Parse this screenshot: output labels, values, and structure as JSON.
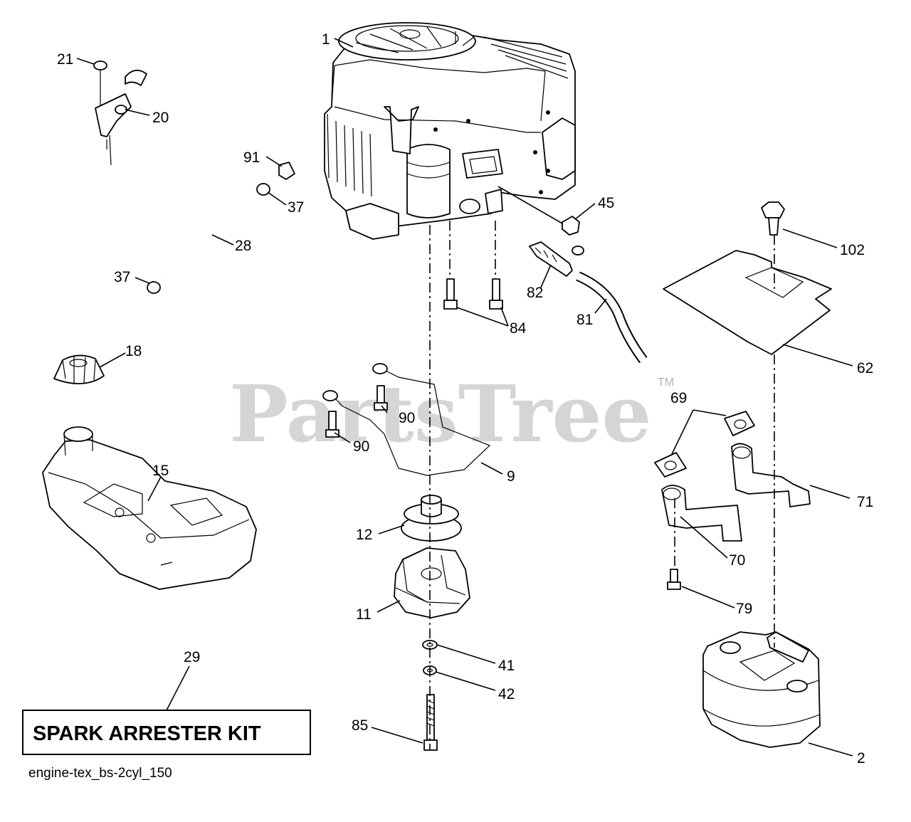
{
  "watermark": {
    "text": "PartsTree",
    "tm": "TM",
    "color": "#d9d9d9"
  },
  "kit_box": {
    "label": "SPARK ARRESTER KIT"
  },
  "caption": "engine-tex_bs-2cyl_150",
  "callouts": {
    "c1": "1",
    "c21": "21",
    "c20": "20",
    "c91": "91",
    "c37a": "37",
    "c28": "28",
    "c37b": "37",
    "c45": "45",
    "c102": "102",
    "c82": "82",
    "c84": "84",
    "c81": "81",
    "c18": "18",
    "c62": "62",
    "c90a": "90",
    "c90b": "90",
    "c69": "69",
    "c15": "15",
    "c9": "9",
    "c71": "71",
    "c12": "12",
    "c70": "70",
    "c79": "79",
    "c11": "11",
    "c29": "29",
    "c41": "41",
    "c42": "42",
    "c85": "85",
    "c2": "2"
  }
}
